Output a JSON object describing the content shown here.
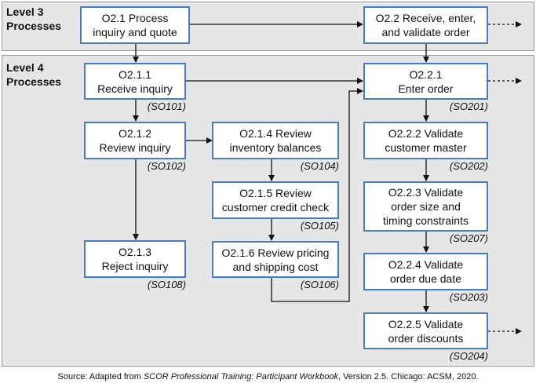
{
  "levels": {
    "level3": "Level 3\nProcesses",
    "level4": "Level 4\nProcesses"
  },
  "boxes": {
    "o21": "O2.1 Process\ninquiry and quote",
    "o22": "O2.2 Receive, enter,\nand validate order",
    "o211": "O2.1.1\nReceive inquiry",
    "o212": "O2.1.2\nReview inquiry",
    "o213": "O2.1.3\nReject inquiry",
    "o214": "O2.1.4 Review\ninventory balances",
    "o215": "O2.1.5 Review\ncustomer credit check",
    "o216": "O2.1.6 Review pricing\nand shipping cost",
    "o221": "O2.2.1\nEnter order",
    "o222": "O2.2.2 Validate\ncustomer master",
    "o223": "O2.2.3 Validate\norder size and\ntiming constraints",
    "o224": "O2.2.4 Validate\norder due date",
    "o225": "O2.2.5 Validate\norder discounts"
  },
  "codes": {
    "so101": "(SO101)",
    "so102": "(SO102)",
    "so108": "(SO108)",
    "so104": "(SO104)",
    "so105": "(SO105)",
    "so106": "(SO106)",
    "so201": "(SO201)",
    "so202": "(SO202)",
    "so207": "(SO207)",
    "so203": "(SO203)",
    "so204": "(SO204)"
  },
  "source": {
    "prefix": "Source: Adapted from ",
    "title": "SCOR Professional Training: Participant Workbook",
    "suffix": ", Version 2.5. Chicago: ACSM, 2020."
  },
  "colors": {
    "box_border": "#4a7db8",
    "band_fill": "#e6e6e6",
    "connector": "#111111"
  }
}
